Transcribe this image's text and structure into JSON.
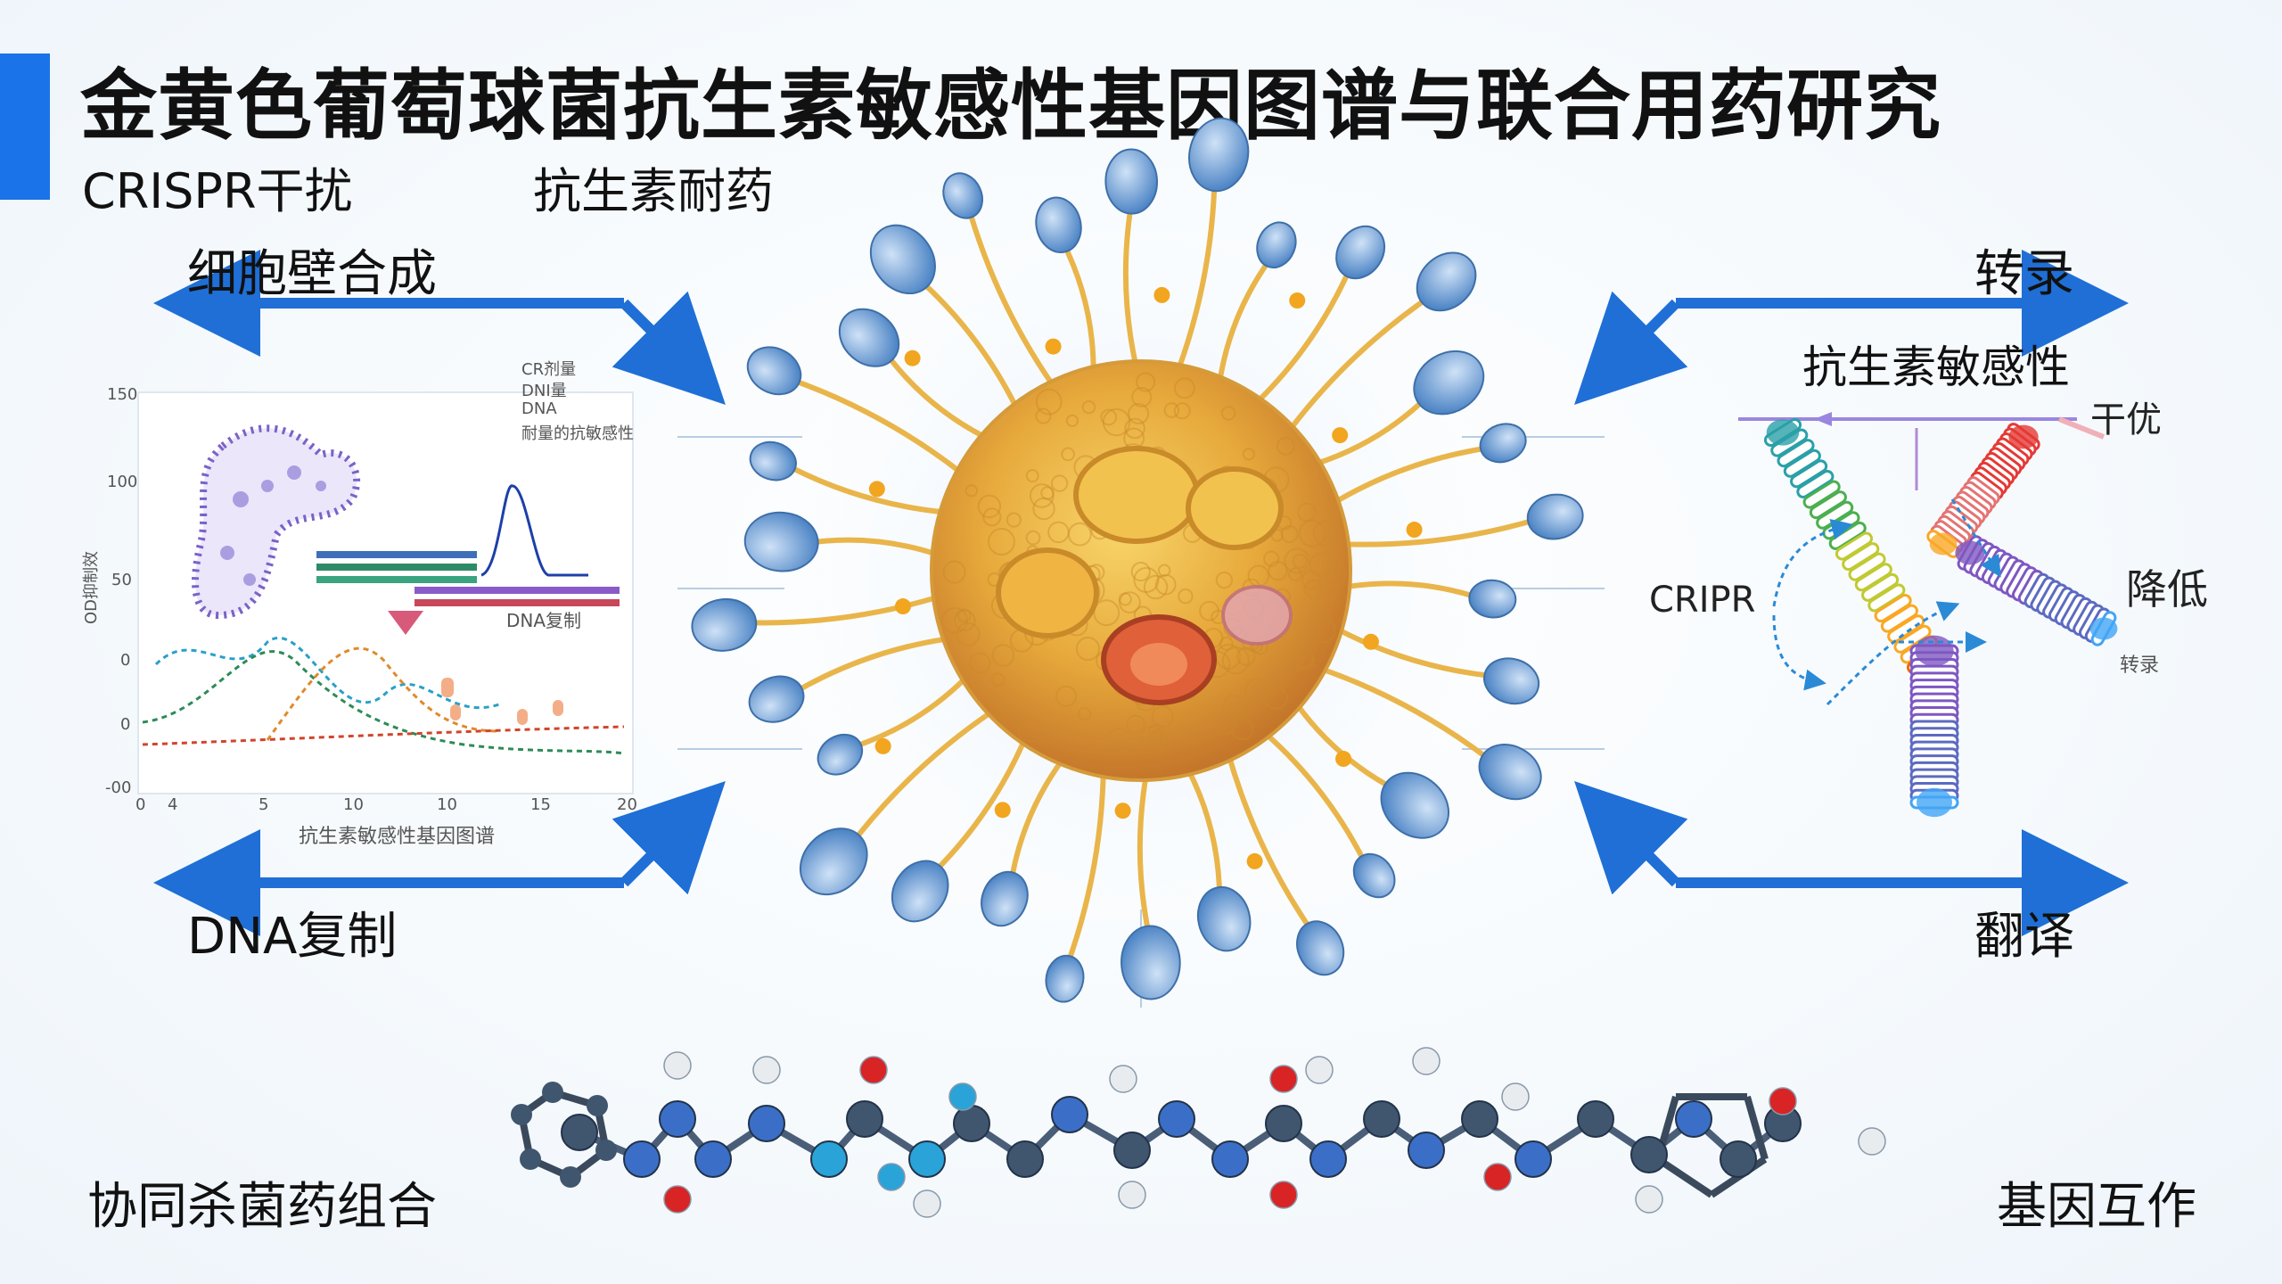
{
  "title": "金黄色葡萄球菌抗生素敏感性基因图谱与联合用药研究",
  "subtitle_left": "CRISPR干扰",
  "subtitle_right": "抗生素耐药",
  "labels": {
    "cell_wall": "细胞壁合成",
    "transcription": "转录",
    "sensitivity": "抗生素敏感性",
    "interference": "干优",
    "cripr": "CRIPR",
    "reduce": "降低",
    "dna_replication": "DNA复制",
    "translation": "翻译",
    "synergy": "协同杀菌药组合",
    "gene_interaction": "基因互作"
  },
  "left_chart": {
    "legend": [
      "CR剂量",
      "DNI量",
      "DNA",
      "耐量的抗敏感性"
    ],
    "yticks": [
      "150",
      "100",
      "50",
      "0",
      "0",
      "-00"
    ],
    "xticks": [
      "0",
      "4",
      "5",
      "10",
      "10",
      "15",
      "20"
    ],
    "ylabel": "OD抑制效",
    "xlabel": "抗生素敏感性基因图谱",
    "annotation": "DNA复制"
  },
  "right_diagram": {
    "small_label": "转录"
  },
  "colors": {
    "accent": "#1a73e8",
    "arrow": "#1f6fd6"
  }
}
